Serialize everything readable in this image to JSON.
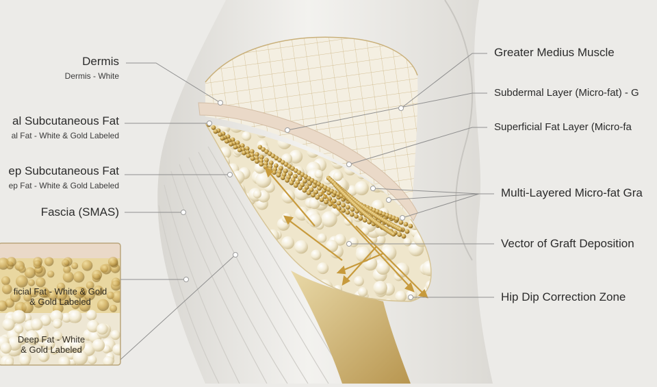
{
  "labels": {
    "left": {
      "dermis": "Dermis",
      "dermis_sub": "Dermis - White",
      "superficial_fat": "al Subcutaneous Fat",
      "superficial_fat_sub": "al Fat - White & Gold Labeled",
      "deep_fat": "ep Subcutaneous Fat",
      "deep_fat_sub": "ep Fat - White & Gold Labeled",
      "fascia": "Fascia (SMAS)"
    },
    "right": {
      "greater_medius": "Greater Medius Muscle",
      "subdermal": "Subdermal Layer (Micro-fat) - G",
      "superficial_layer": "Superficial Fat Layer (Micro-fa",
      "multi_layered": "Multi-Layered Micro-fat Gra",
      "vector": "Vector of Graft Deposition",
      "hip_dip": "Hip Dip Correction Zone"
    },
    "inset": {
      "superficial_line1": "ficial Fat - White & Gold",
      "superficial_line2": "& Gold Labeled",
      "deep_line1": "Deep Fat - White",
      "deep_line2": "& Gold Labeled"
    }
  },
  "colors": {
    "background": "#ecebe8",
    "gold": "#b8913a",
    "gold_light": "#e6cf8f",
    "pearl": "#f6f1e2",
    "dermis_pink": "#ead9c8",
    "leader_line": "#8f8f8f"
  }
}
